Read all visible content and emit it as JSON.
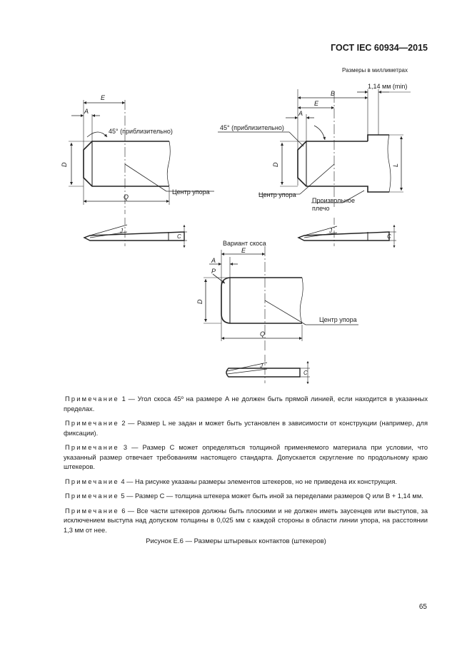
{
  "header": {
    "doc_id": "ГОСТ IEC 60934—2015"
  },
  "units_label": "Размеры в миллиметрах",
  "figure": {
    "left": {
      "dim_E": "E",
      "dim_A": "A",
      "dim_D": "D",
      "dim_Q": "Q",
      "dim_C": "C",
      "dim_J": "J",
      "angle_label": "45° (приблизительно)",
      "stop_center": "Центр упора"
    },
    "right": {
      "dim_B": "B",
      "dim_E": "E",
      "dim_A": "A",
      "dim_D": "D",
      "dim_L": "L",
      "dim_C": "C",
      "dim_J": "J",
      "angle_label": "45° (приблизительно)",
      "min_label": "1,14 мм (min)",
      "stop_center": "Центр упора",
      "shoulder_line1": "Произвольное",
      "shoulder_line2": "плечо"
    },
    "middle": {
      "variant_label": "Вариант скоса",
      "dim_E": "E",
      "dim_A": "A",
      "dim_P": "P",
      "dim_D": "D",
      "dim_Q": "Q",
      "dim_C": "C",
      "dim_J": "J",
      "stop_center": "Центр упора"
    }
  },
  "notes": [
    {
      "label": "Примечание",
      "text": "1 — Угол скоса 45º на размере A не должен быть прямой линией, если находится в указанных пределах."
    },
    {
      "label": "Примечание",
      "text": "2 — Размер L не задан и может быть установлен в зависимости от конструкции (например, для фиксации)."
    },
    {
      "label": "Примечание",
      "text": "3 — Размер C может определяться толщиной применяемого материала при условии, что указанный размер отвечает требованиям настоящего стандарта. Допускается скругление по продольному краю штекеров."
    },
    {
      "label": "Примечание",
      "text": "4 — На рисунке указаны размеры элементов штекеров, но не приведена их конструкция."
    },
    {
      "label": "Примечание",
      "text": "5 — Размер C — толщина штекера может быть иной за переделами размеров Q или B + 1,14 мм."
    },
    {
      "label": "Примечание",
      "text": "6 — Все части штекеров должны быть плоскими и не должен иметь заусенцев или выступов, за исключением выступа над допуском толщины в 0,025 мм с каждой стороны в области линии упора, на расстоянии 1,3 мм от нее."
    }
  ],
  "caption": "Рисунок Е.6 — Размеры штыревых контактов (штекеров)",
  "page_number": "65"
}
